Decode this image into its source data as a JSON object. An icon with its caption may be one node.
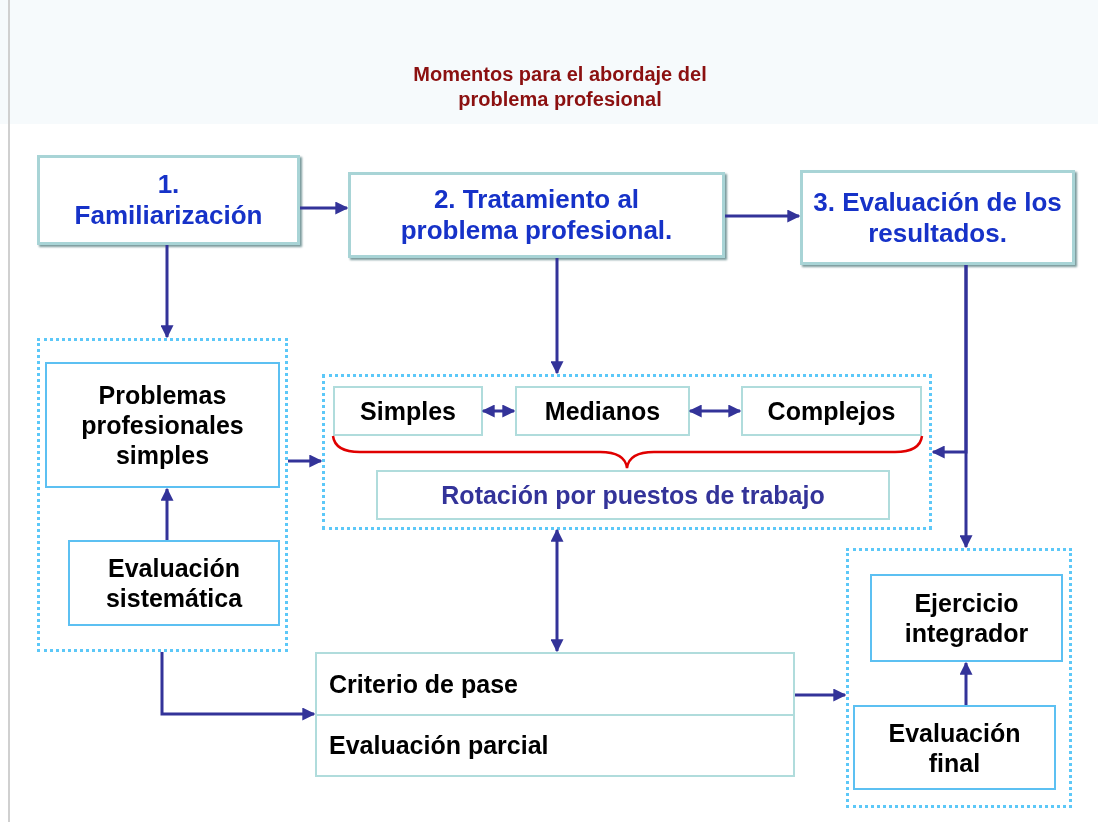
{
  "diagram": {
    "title": "Momentos para el abordaje del problema profesional",
    "nodes": [
      {
        "text": [
          "1. Familiarización"
        ]
      },
      {
        "text": [
          "2. Tratamiento al problema profesional."
        ]
      },
      {
        "text": [
          "3. Evaluación de los resultados."
        ]
      },
      {
        "text": [],
        "shape": "box"
      },
      {
        "text": [
          "Problemas profesionales simples"
        ],
        "in": 3
      },
      {
        "text": [
          "Evaluación sistemática"
        ],
        "in": 3
      },
      {
        "text": [],
        "shape": "box"
      },
      {
        "text": [
          "Simples"
        ],
        "in": 6
      },
      {
        "text": [
          "Medianos"
        ],
        "in": 6
      },
      {
        "text": [
          "Complejos"
        ],
        "in": 6
      },
      {
        "text": [
          "Rotación por puestos de trabajo"
        ],
        "in": 6
      },
      {
        "text": [
          "Criterio de pase",
          "Evaluación parcial"
        ]
      },
      {
        "text": [],
        "shape": "box"
      },
      {
        "text": [
          "Ejercicio integrador"
        ],
        "in": 12
      },
      {
        "text": [
          "Evaluación final"
        ],
        "in": 12
      }
    ],
    "edges": [
      {
        "from": 0,
        "to": 1,
        "arrow": "to"
      },
      {
        "from": 1,
        "to": 2,
        "arrow": "to"
      },
      {
        "from": 0,
        "to": 3,
        "arrow": "to"
      },
      {
        "from": 1,
        "to": 6,
        "arrow": "to"
      },
      {
        "from": 2,
        "to": 6,
        "arrow": "to"
      },
      {
        "from": 2,
        "to": 12,
        "arrow": "to"
      },
      {
        "from": 3,
        "to": 6,
        "arrow": "to"
      },
      {
        "from": 5,
        "to": 4,
        "arrow": "to"
      },
      {
        "from": 7,
        "to": 8,
        "arrow": "both"
      },
      {
        "from": 8,
        "to": 9,
        "arrow": "both"
      },
      {
        "from": 6,
        "to": 11,
        "arrow": "both"
      },
      {
        "from": 3,
        "to": 11,
        "arrow": "to"
      },
      {
        "from": 11,
        "to": 12,
        "arrow": "to"
      },
      {
        "from": 14,
        "to": 13,
        "arrow": "to"
      }
    ]
  }
}
